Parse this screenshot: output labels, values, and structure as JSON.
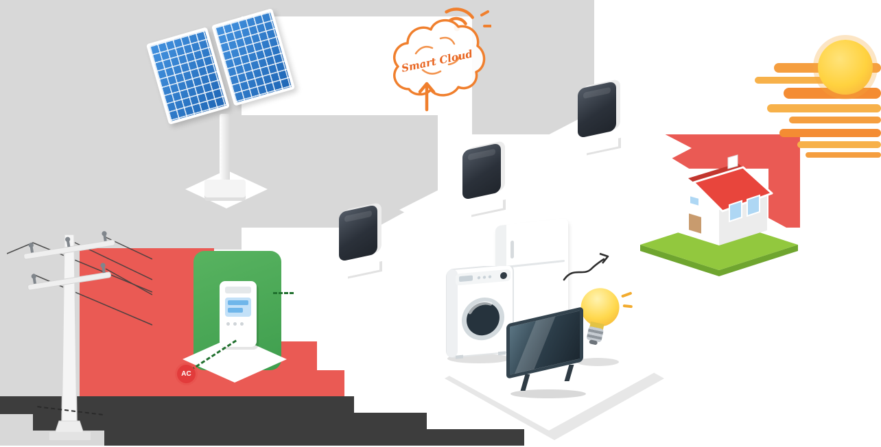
{
  "illustration": {
    "title": "smart-solar-energy-home-system",
    "labels": {
      "smart_cloud": "Smart Cloud",
      "ac_badge": "AC"
    },
    "colors": {
      "background_gray": "#d8d8d8",
      "accent_red": "#ea5a54",
      "roof_red": "#e8453c",
      "accent_orange": "#f07f2d",
      "sun_yellow": "#ffd23f",
      "solar_blue": "#2f7fd0",
      "meter_green": "#4aa554",
      "grass_green": "#92c83e",
      "device_dark": "#2b313a",
      "window_blue": "#aed7f4",
      "bulb_yellow": "#ffd84d",
      "shadow_dark": "#3d3d3d",
      "platform_white": "#ffffff"
    },
    "components": [
      {
        "id": "solar-panel-array"
      },
      {
        "id": "smart-cloud"
      },
      {
        "id": "sun"
      },
      {
        "id": "power-pole"
      },
      {
        "id": "smart-meter"
      },
      {
        "id": "battery-inverter-1"
      },
      {
        "id": "battery-inverter-2"
      },
      {
        "id": "battery-inverter-3"
      },
      {
        "id": "house"
      },
      {
        "id": "washing-machine"
      },
      {
        "id": "refrigerator"
      },
      {
        "id": "tv"
      },
      {
        "id": "light-bulb"
      }
    ]
  }
}
